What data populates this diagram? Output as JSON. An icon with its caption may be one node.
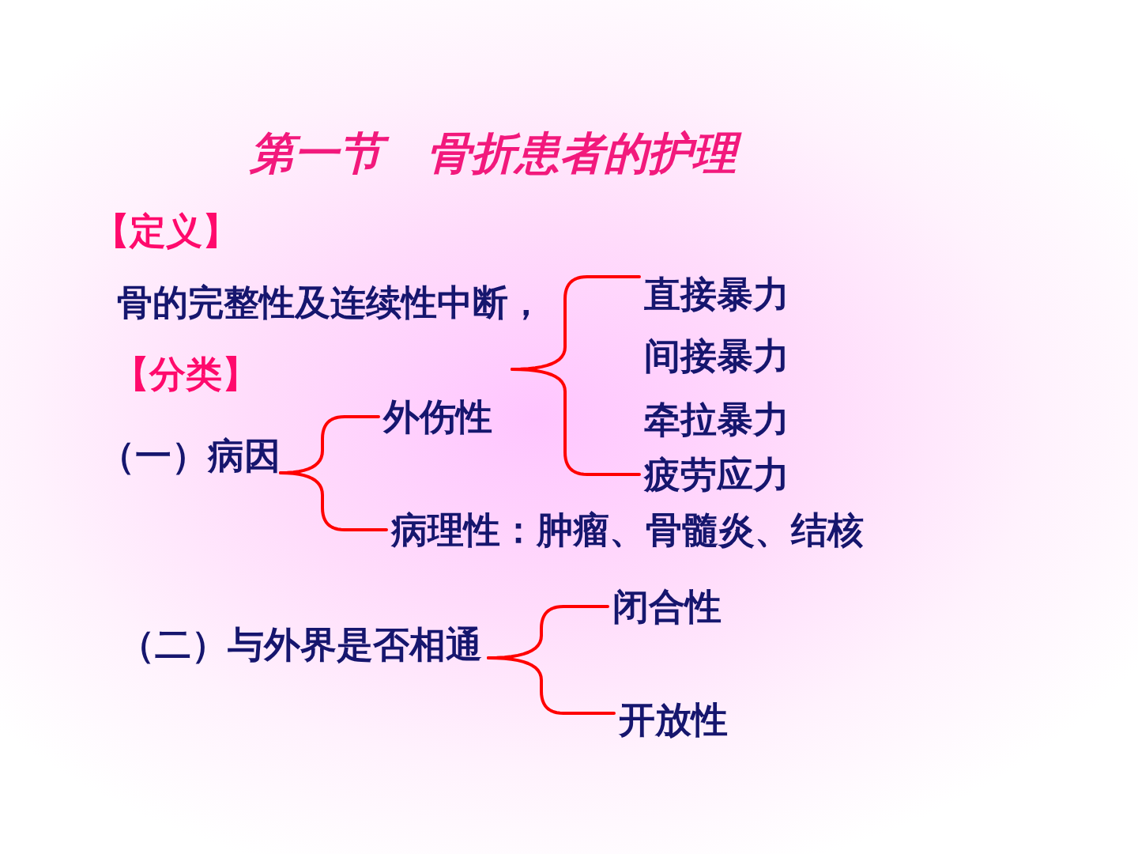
{
  "diagram": {
    "title": "第一节　骨折患者的护理",
    "nodes": [
      {
        "text": [
          "（一）病因"
        ]
      },
      {
        "text": [
          "外伤性"
        ]
      },
      {
        "text": [
          "直接暴力"
        ]
      },
      {
        "text": [
          "间接暴力"
        ]
      },
      {
        "text": [
          "牵拉暴力"
        ]
      },
      {
        "text": [
          "疲劳应力"
        ]
      },
      {
        "text": [
          "病理性：肿瘤、骨髓炎、结核"
        ]
      },
      {
        "text": [
          "（二）与外界是否相通"
        ]
      },
      {
        "text": [
          "闭合性"
        ]
      },
      {
        "text": [
          "开放性"
        ]
      }
    ],
    "edges": [
      {
        "from": 0,
        "to": 1,
        "arrow": "none"
      },
      {
        "from": 0,
        "to": 6,
        "arrow": "none"
      },
      {
        "from": 1,
        "to": 2,
        "arrow": "none"
      },
      {
        "from": 1,
        "to": 5,
        "arrow": "none"
      },
      {
        "from": 7,
        "to": 8,
        "arrow": "none"
      },
      {
        "from": 7,
        "to": 9,
        "arrow": "none"
      }
    ],
    "labels": [
      "【定义】",
      "骨的完整性及连续性中断，",
      "【分类】"
    ]
  }
}
